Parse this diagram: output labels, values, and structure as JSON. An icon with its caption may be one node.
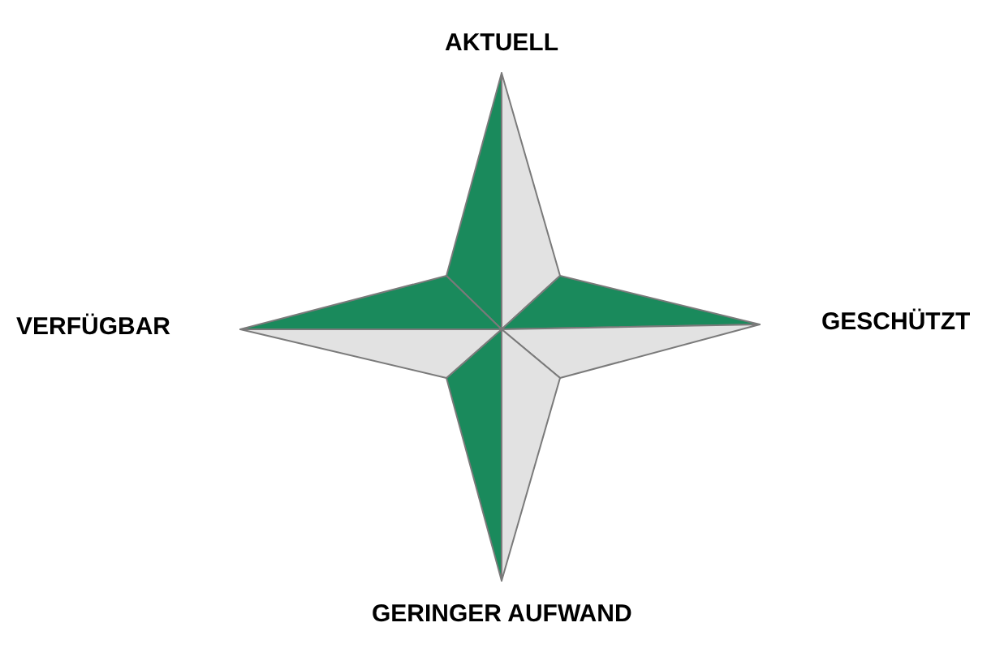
{
  "diagram": {
    "labels": [
      "AKTUELL",
      "VERFÜGBAR",
      "GESCHÜTZT",
      "GERINGER AUFWAND"
    ]
  }
}
